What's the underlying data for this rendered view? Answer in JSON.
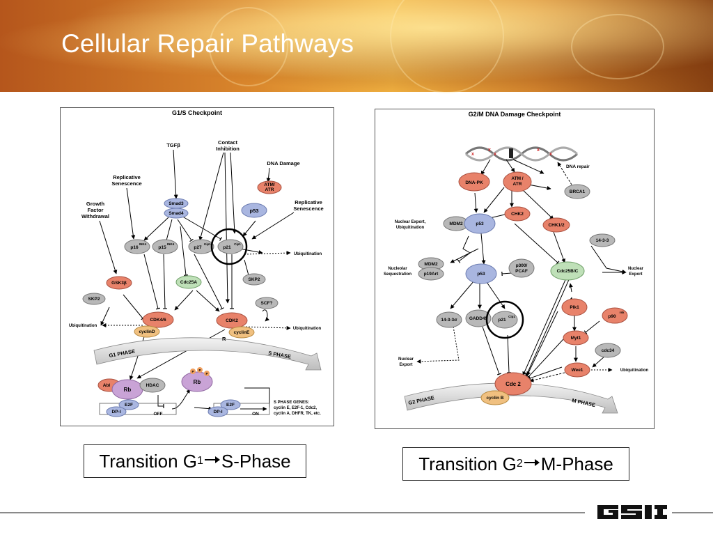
{
  "slide": {
    "title": "Cellular Repair Pathways",
    "logo_text": "GSI"
  },
  "left_panel": {
    "heading": "G1/S Checkpoint",
    "nodes": {
      "tgf": "TGFβ",
      "contact": [
        "Contact",
        "Inhibition"
      ],
      "dna_damage": "DNA Damage",
      "repl_sen1": [
        "Replicative",
        "Senescence"
      ],
      "repl_sen2": [
        "Replicative",
        "Senescence"
      ],
      "growth": [
        "Growth",
        "Factor",
        "Withdrawal"
      ],
      "atm": [
        "ATM/",
        "ATR"
      ],
      "smad3": "Smad3",
      "smad4": "Smad4",
      "p53": "p53",
      "p16": "p16",
      "p16_sup": "INK4",
      "p15": "p15",
      "p15_sup": "INK4",
      "p27": "p27",
      "p27_sup": "Kip1",
      "p21": "p21",
      "p21_sup": "Cip1",
      "ubiq1": "Ubiquitination",
      "gsk": "GSK3β",
      "cdc25a": "Cdc25A",
      "skp2a": "SKP2",
      "skp2b": "SKP2",
      "scf": "SCF?",
      "ubiq_left": "Ubiquitination",
      "cdk46": "CDK4/6",
      "cyclind": "cyclinD",
      "cdk2": "CDK2",
      "cycline": "cyclinE",
      "ubiq2": "Ubiquitination",
      "r": "R",
      "g1phase": "G1 PHASE",
      "sphase": "S PHASE",
      "abl": "Abl",
      "rb": "Rb",
      "hdac": "HDAC",
      "rb2": "Rb",
      "p_mark": "P",
      "e2f1": "E2F",
      "dpi1": "DP-I",
      "off": "OFF",
      "e2f2": "E2F",
      "dpi2": "DP-I",
      "on": "ON",
      "sgenes": [
        "S PHASE GENES:",
        "cyclin E, E2F-1, Cdc2,",
        "cyclin A, DHFR, TK, etc."
      ]
    }
  },
  "right_panel": {
    "heading": "G2/M DNA Damage Checkpoint",
    "nodes": {
      "dna_repair": "DNA repair",
      "dnapk": "DNA-PK",
      "atm": [
        "ATM /",
        "ATR"
      ],
      "brca1": "BRCA1",
      "chk2": "CHK2",
      "chk12": "CHK1/2",
      "mdm2a": "MDM2",
      "p53a": "p53",
      "nuc_exp_ubiq": [
        "Nuclear Export,",
        "Ubiquitination"
      ],
      "mdm2b": "MDM2",
      "p19": "p19Art",
      "nuc_seq": [
        "Nucleolar",
        "Sequestration"
      ],
      "p300": [
        "p300/",
        "PCAF"
      ],
      "p53b": "p53",
      "s1433a": "14-3-3",
      "cdc25bc": "Cdc25B/C",
      "nuc_export_r": [
        "Nuclear",
        "Export"
      ],
      "s1433s": "14-3-3σ",
      "gadd45": "GADD45",
      "p21": "p21",
      "p21_sup": "Cip1",
      "plk1": "Plk1",
      "p90": "p90",
      "p90_sup": "rsk",
      "myt1": "Myt1",
      "cdc34": "cdc34",
      "nuc_export_l": [
        "Nuclear",
        "Export"
      ],
      "wee1": "Wee1",
      "ubiq": "Ubiquitination",
      "cdc2": "Cdc 2",
      "cyclinb": "cyclin B",
      "g2phase": "G2 PHASE",
      "mphase": "M PHASE"
    }
  },
  "captions": {
    "left": {
      "prefix": "Transition G",
      "sub": "1",
      "suffix": "S-Phase"
    },
    "right": {
      "prefix": "Transition G",
      "sub": "2",
      "suffix": "M-Phase"
    }
  },
  "colors": {
    "red_node": "#e8826a",
    "grey_node": "#b8b8b8",
    "blue_node": "#a9b6e0",
    "green_node": "#bfe0b8",
    "purple_node": "#c9a3d6",
    "orange_node": "#f0c080"
  }
}
